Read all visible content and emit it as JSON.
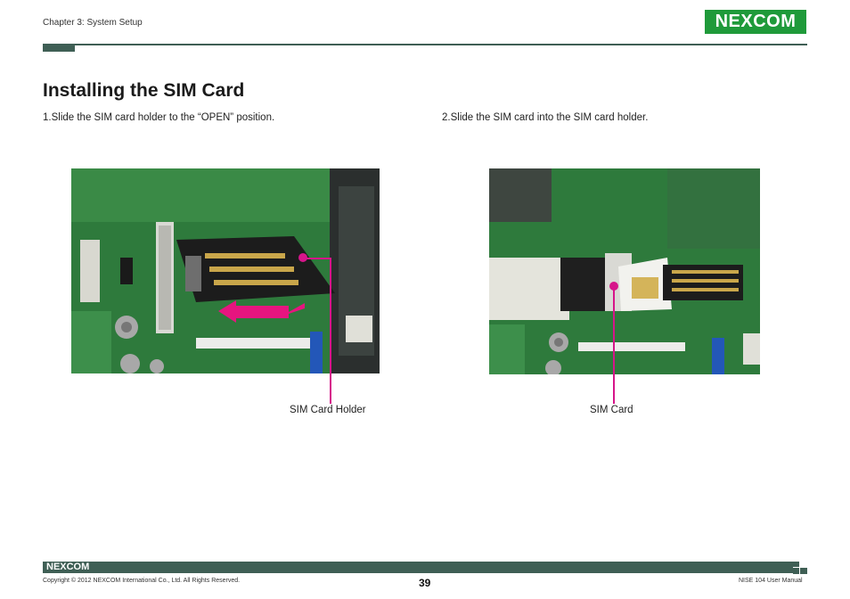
{
  "header": {
    "chapter": "Chapter 3: System Setup",
    "logo_text": "NEXCOM"
  },
  "page_title": "Installing the SIM Card",
  "steps": [
    {
      "text": "1.Slide the SIM card holder to the “OPEN” position."
    },
    {
      "text": "2.Slide the SIM card into the SIM card holder."
    }
  ],
  "callouts": [
    {
      "label": "SIM Card Holder"
    },
    {
      "label": "SIM Card"
    }
  ],
  "footer": {
    "logo_text": "NEXCOM",
    "copyright": "Copyright © 2012 NEXCOM International Co., Ltd. All Rights Reserved.",
    "page_number": "39",
    "manual_name": "NISE 104 User Manual"
  },
  "colors": {
    "brand_green": "#1f9a3a",
    "rule_dark": "#3f5f55",
    "callout_magenta": "#d6158a",
    "pcb_green": "#2e7a3c"
  }
}
